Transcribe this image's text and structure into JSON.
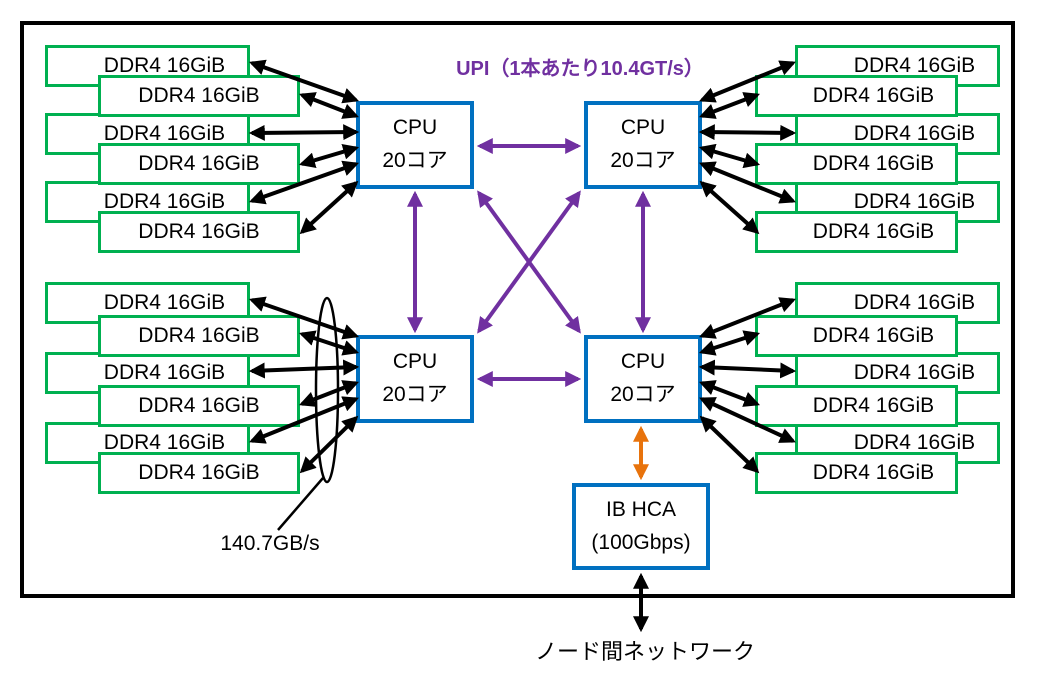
{
  "labels": {
    "upi": "UPI（1本あたり10.4GT/s）",
    "memory": "DDR4 16GiB",
    "cpu_line1": "CPU",
    "cpu_line2": "20コア",
    "hca_line1": "IB HCA",
    "hca_line2": "(100Gbps)",
    "bandwidth": "140.7GB/s",
    "network": "ノード間ネットワーク"
  },
  "colors": {
    "memory": "#00B050",
    "cpu": "#0070C0",
    "upi": "#7030A0",
    "hca_link": "#E8730C",
    "line": "#000000"
  }
}
